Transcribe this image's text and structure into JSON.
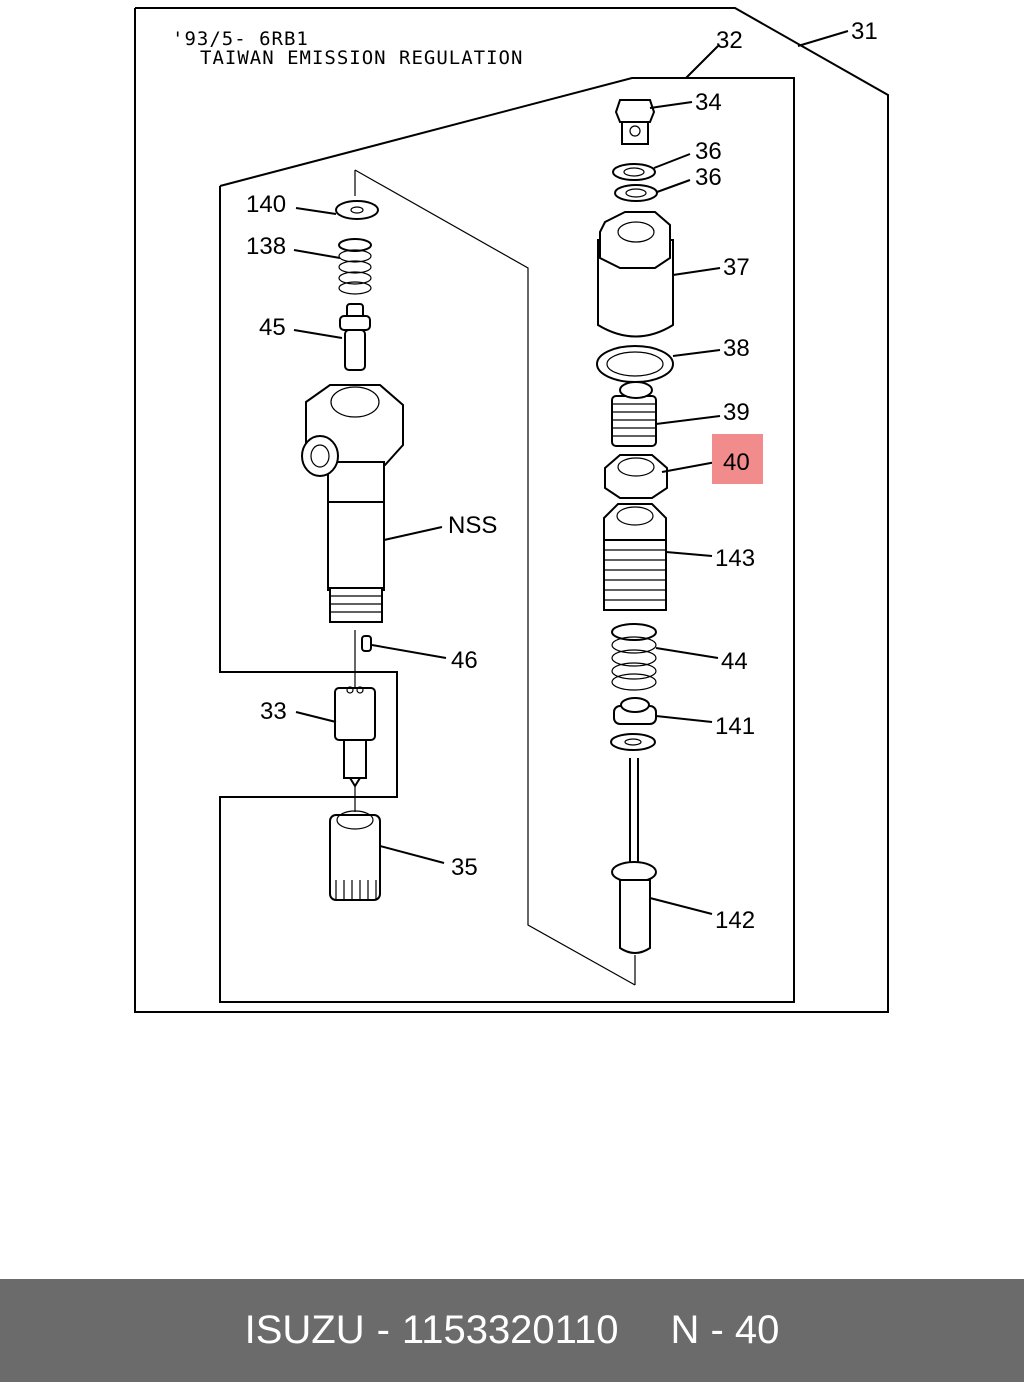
{
  "diagram": {
    "header_line1": "'93/5- 6RB1",
    "header_line2": "TAIWAN EMISSION REGULATION",
    "highlight_color": "#f28b8b",
    "callouts": {
      "c31": "31",
      "c32": "32",
      "c34": "34",
      "c36a": "36",
      "c36b": "36",
      "c37": "37",
      "c38": "38",
      "c39": "39",
      "c40": "40",
      "c143": "143",
      "c44": "44",
      "c141": "141",
      "c142": "142",
      "c140": "140",
      "c138": "138",
      "c45": "45",
      "cNSS": "NSS",
      "c46": "46",
      "c33": "33",
      "c35": "35"
    }
  },
  "footer": {
    "brand": "ISUZU",
    "separator": "-",
    "part_number": "1153320110",
    "ref_label": "N - 40"
  }
}
